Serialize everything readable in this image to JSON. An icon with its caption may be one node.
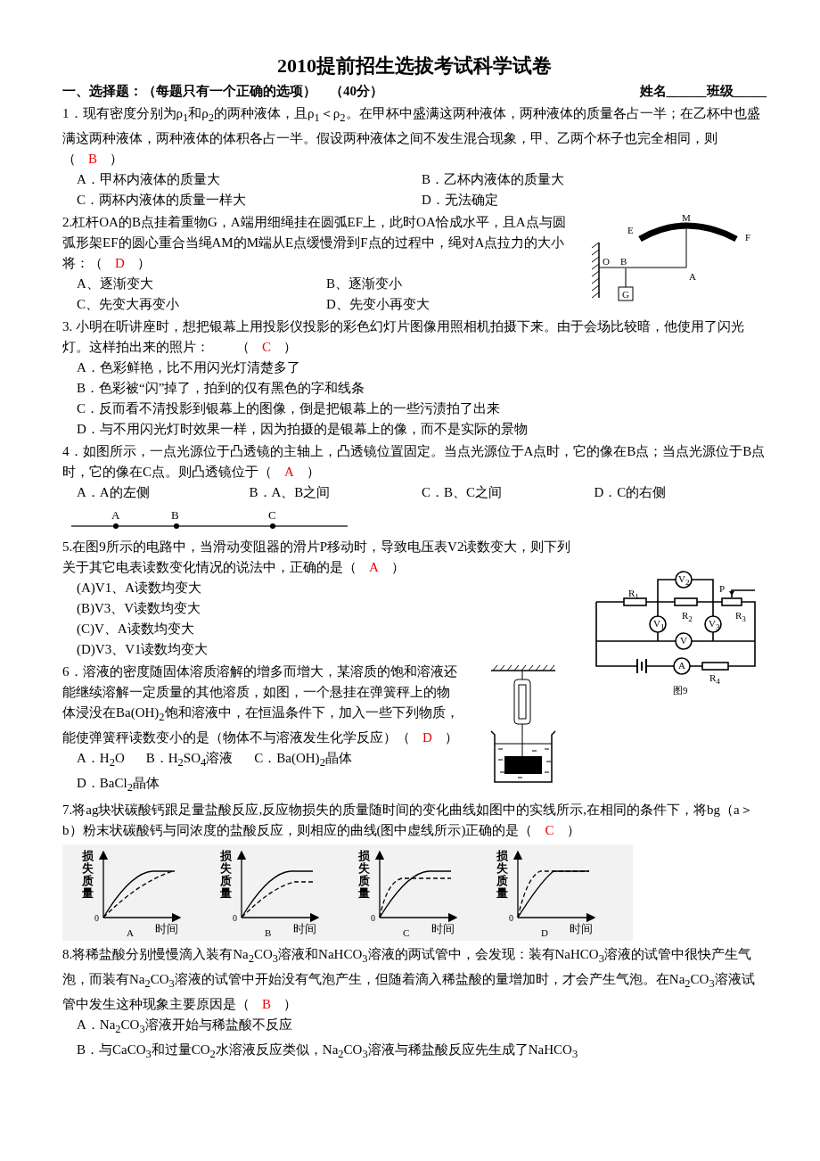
{
  "diagram": {
    "title": "2010提前招生选拔考试科学试卷",
    "labels": [
      "一、选择题：（每题只有一个正确的选项）　（40分）",
      "姓名______班级_____",
      "1．现有密度分别为ρ$_{1}$和ρ$_{2}$的两种液体，且ρ$_{1}$＜ρ$_{2}$。在甲杯中盛满这两种液体，两种液体的质量各占一半；在乙杯中也盛满这两种液体，两种液体的体积各占一半。假设两种液体之间不发生混合现象，甲、乙两个杯子也完全相同，则（",
      "B",
      "）",
      "A．甲杯内液体的质量大",
      "B．乙杯内液体的质量大",
      "C．两杯内液体的质量一样大",
      "D．无法确定",
      "2.杠杆OA的B点挂着重物G，A端用细绳挂在圆弧EF上，此时OA恰成水平，且A点与圆弧形架EF的圆心重合当绳AM的M端从E点缓慢滑到F点的过程中，绳对A点拉力的大小将：（",
      "D",
      "）",
      "E",
      "M",
      "F",
      "O",
      "B",
      "A",
      "G",
      "A、逐渐变大",
      "B、逐渐变小",
      "C、先变大再变小",
      "D、先变小再变大",
      "3. 小明在听讲座时，想把银幕上用投影仪投影的彩色幻灯片图像用照相机拍摄下来。由于会场比较暗，他使用了闪光灯。这样拍出来的照片：　　（",
      "C",
      "）",
      "A．色彩鲜艳，比不用闪光灯清楚多了",
      "B．色彩被“闪”掉了，拍到的仅有黑色的字和线条",
      "C．反而看不清投影到银幕上的图像，倒是把银幕上的一些污渍拍了出来",
      "D．与不用闪光灯时效果一样，因为拍摄的是银幕上的像，而不是实际的景物",
      "4．如图所示，一点光源位于凸透镜的主轴上，凸透镜位置固定。当点光源位于A点时，它的像在B点；当点光源位于B点时，它的像在C点。则凸透镜位于（",
      "A",
      "）",
      "A．A的左侧",
      "B．A、B之间",
      "C．B、C之间",
      "D．C的右侧",
      "A",
      "B",
      "C",
      "5.在图9所示的电路中，当滑动变阻器的滑片P移动时，导致电压表V2读数变大，则下列关于其它电表读数变化情况的说法中，正确的是（",
      "A",
      "）",
      "R$_{1}$",
      "V$_{2}$",
      "P",
      "R$_{2}$",
      "R$_{3}$",
      "V$_{1}$",
      "V$_{3}$",
      "V",
      "A",
      "R$_{4}$",
      "图9",
      "(A)V1、A读数均变大",
      "(B)V3、V读数均变大",
      "(C)V、A读数均变大",
      "(D)V3、V1读数均变大",
      "6．溶液的密度随固体溶质溶解的增多而增大，某溶质的饱和溶液还能继续溶解一定质量的其他溶质，如图，一个悬挂在弹簧秤上的物体浸没在Ba(OH)$_{2}$饱和溶液中，在恒温条件下，加入一些下列物质，能使弹簧秤读数变小的是（物体不与溶液发生化学反应）（",
      "D",
      "）",
      "A．H$_{2}$O",
      "B．H$_{2}$SO$_{4}$溶液",
      "C．Ba(OH)$_{2}$晶体",
      "D．BaCl$_{2}$晶体",
      "7.将ag块状碳酸钙跟足量盐酸反应,反应物损失的质量随时间的变化曲线如图中的实线所示,在相同的条件下，将bg（a＞b）粉末状碳酸钙与同浓度的盐酸反应，则相应的曲线(图中虚线所示)正确的是（",
      "C",
      "）",
      "损失质量",
      "0",
      "时间",
      "A",
      "损失质量",
      "0",
      "时间",
      "B",
      "损失质量",
      "0",
      "时间",
      "C",
      "损失质量",
      "0",
      "时间",
      "D",
      "8.将稀盐酸分别慢慢滴入装有Na$_{2}$CO$_{3}$溶液和NaHCO$_{3}$溶液的两试管中，会发现：装有NaHCO$_{3}$溶液的试管中很快产生气泡，而装有Na$_{2}$CO$_{3}$溶液的试管中开始没有气泡产生，但随着滴入稀盐酸的量增加时，才会产生气泡。在Na$_{2}$CO$_{3}$溶液试管中发生这种现象主要原因是（",
      "B",
      "）",
      "A．Na$_{2}$CO$_{3}$溶液开始与稀盐酸不反应",
      "B．与CaCO$_{3}$和过量CO$_{2}$水溶液反应类似，Na$_{2}$CO$_{3}$溶液与稀盐酸反应先生成了NaHCO$_{3}$"
    ]
  }
}
